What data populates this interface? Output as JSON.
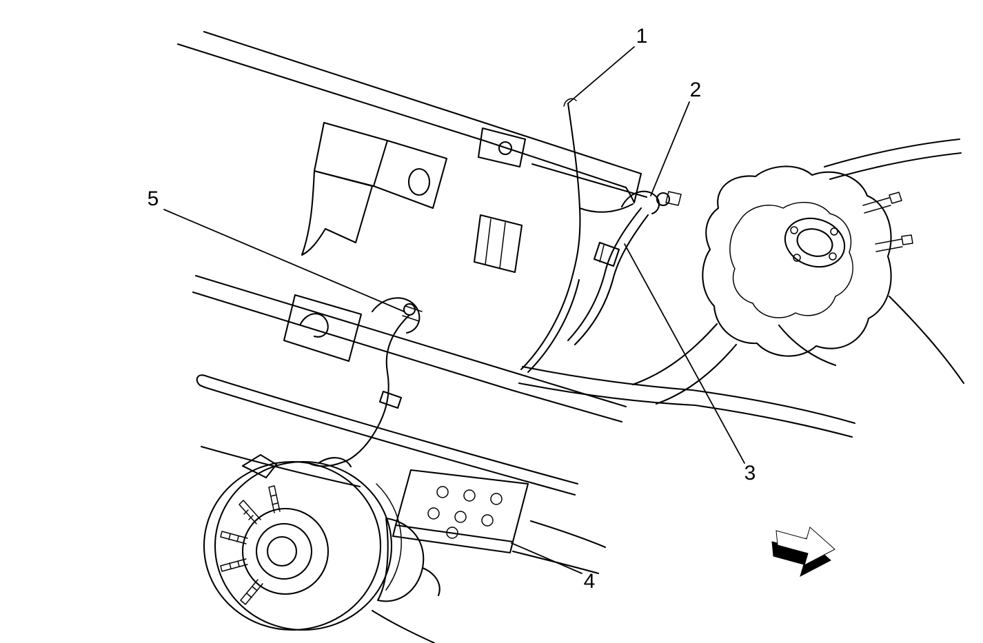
{
  "figure": {
    "kind": "technical line illustration",
    "background_color": "#ffffff",
    "line_color": "#000000"
  },
  "callouts": [
    {
      "label": "1"
    },
    {
      "label": "2"
    },
    {
      "label": "3"
    },
    {
      "label": "4"
    },
    {
      "label": "5"
    }
  ],
  "icons": [
    {
      "name": "direction-arrow-icon",
      "description": "solid 3D arrow pointing to lower right"
    }
  ]
}
